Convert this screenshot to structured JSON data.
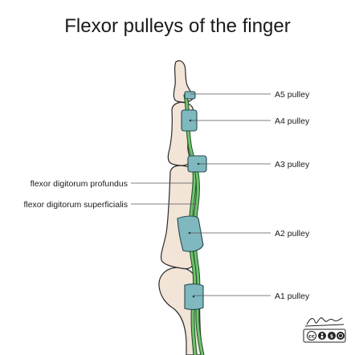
{
  "title": "Flexor pulleys of the finger",
  "labels": {
    "right": {
      "a5": "A5 pulley",
      "a4": "A4 pulley",
      "a3": "A3 pulley",
      "a2": "A2 pulley",
      "a1": "A1 pulley"
    },
    "left": {
      "fdp": "flexor digitorum profundus",
      "fds": "flexor digitorum superficialis"
    }
  },
  "license_badge": "cc by nc sa",
  "colors": {
    "bone": "#f2e4d6",
    "tendon": "#6ec46a",
    "pulley": "#7fb8bf"
  }
}
